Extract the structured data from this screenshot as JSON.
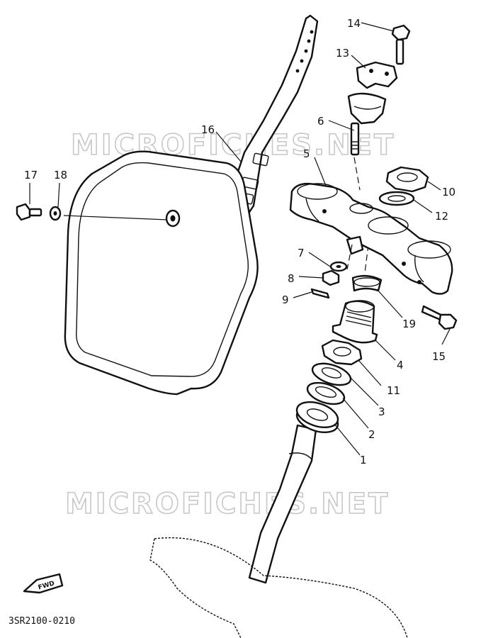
{
  "diagram": {
    "part_code": "3SR2100-0210",
    "watermark": "MICROFICHES.NET",
    "fwd_label": "FWD",
    "callouts": [
      {
        "id": "1",
        "label": "1"
      },
      {
        "id": "2",
        "label": "2"
      },
      {
        "id": "3",
        "label": "3"
      },
      {
        "id": "4",
        "label": "4"
      },
      {
        "id": "5",
        "label": "5"
      },
      {
        "id": "6",
        "label": "6"
      },
      {
        "id": "7",
        "label": "7"
      },
      {
        "id": "8",
        "label": "8"
      },
      {
        "id": "9",
        "label": "9"
      },
      {
        "id": "10",
        "label": "10"
      },
      {
        "id": "11",
        "label": "11"
      },
      {
        "id": "12",
        "label": "12"
      },
      {
        "id": "13",
        "label": "13"
      },
      {
        "id": "14",
        "label": "14"
      },
      {
        "id": "15",
        "label": "15"
      },
      {
        "id": "16",
        "label": "16"
      },
      {
        "id": "17",
        "label": "17"
      },
      {
        "id": "18",
        "label": "18"
      },
      {
        "id": "19",
        "label": "19"
      }
    ]
  }
}
